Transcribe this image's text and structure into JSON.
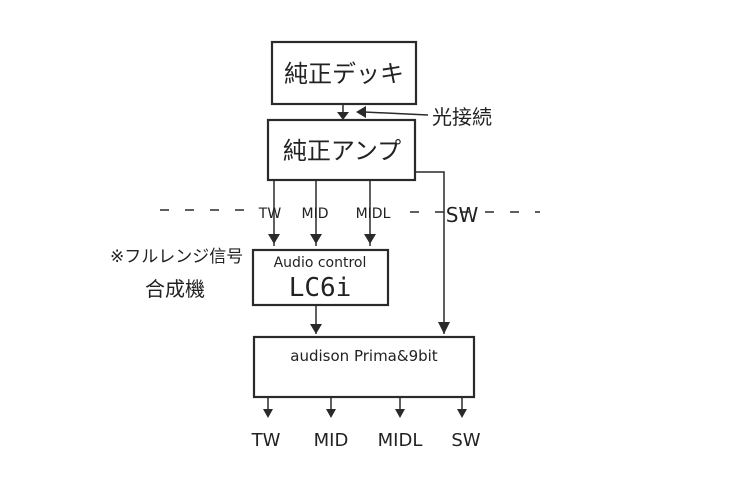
{
  "boxes": {
    "deck": "純正デッキ",
    "amp": "純正アンプ",
    "processor_top": "Audio control",
    "processor_model": "LC6i",
    "dsp": "audison Prima&9bit"
  },
  "annotations": {
    "optical": "光接続",
    "note_line1": "※フルレンジ信号",
    "note_line2": "合成機"
  },
  "amp_outputs": {
    "tw": "TW",
    "mid": "MID",
    "midl": "MIDL",
    "sw": "SW"
  },
  "final_outputs": {
    "tw": "TW",
    "mid": "MID",
    "midl": "MIDL",
    "sw": "SW"
  },
  "colors": {
    "ink": "#2a2a2a",
    "sw_ink": "#2f4f73"
  }
}
